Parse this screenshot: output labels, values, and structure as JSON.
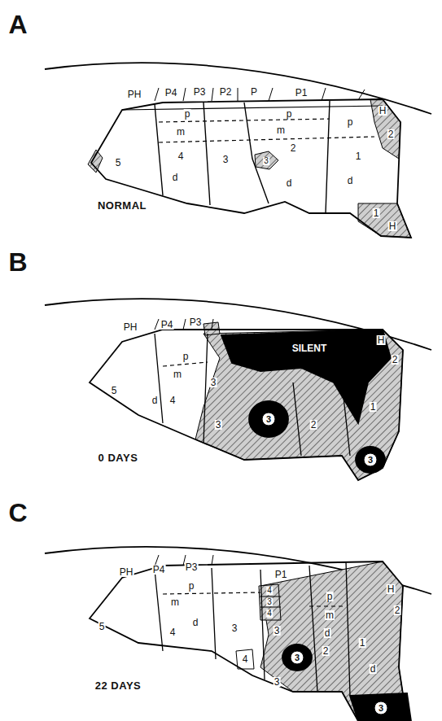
{
  "diagram": {
    "labels": [
      "A",
      "PH",
      "P4",
      "P3",
      "P2",
      "P",
      "P1",
      "p",
      "m",
      "5",
      "4",
      "d",
      "3",
      "3",
      "p",
      "m",
      "2",
      "d",
      "p",
      "1",
      "d",
      "H",
      "2",
      "1",
      "H",
      "NORMAL",
      "B",
      "PH",
      "P4",
      "P3",
      "p",
      "m",
      "5",
      "4",
      "d",
      "3",
      "3",
      "SILENT",
      "3",
      "2",
      "1",
      "H",
      "2",
      "3",
      "0 DAYS",
      "C",
      "PH",
      "P4",
      "P3",
      "P1",
      "p",
      "m",
      "4",
      "3",
      "4",
      "5",
      "d",
      "4",
      "3",
      "4",
      "3",
      "p",
      "m",
      "d",
      "2",
      "3",
      "3",
      "H",
      "2",
      "1",
      "d",
      "3",
      "22 DAYS"
    ]
  }
}
